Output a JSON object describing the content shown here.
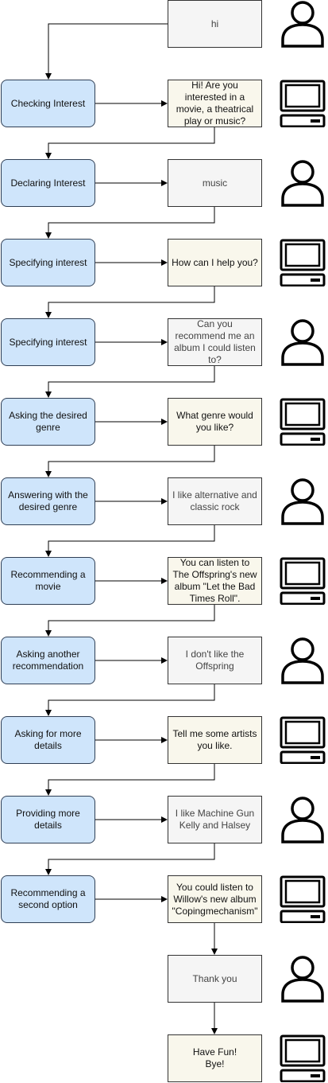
{
  "actions": [
    "Checking Interest",
    "Declaring Interest",
    "Specifying interest",
    "Specifying interest",
    "Asking the desired genre",
    "Answering with the desired genre",
    "Recommending a movie",
    "Asking another recommendation",
    "Asking for more details",
    "Providing more details",
    "Recommending a second option"
  ],
  "messages": [
    {
      "speaker": "user",
      "text": "hi"
    },
    {
      "speaker": "bot",
      "text": "Hi! Are you interested in a movie, a theatrical play or music?"
    },
    {
      "speaker": "user",
      "text": "music"
    },
    {
      "speaker": "bot",
      "text": "How can I help you?"
    },
    {
      "speaker": "user",
      "text": "Can you recommend me an album I could listen to?"
    },
    {
      "speaker": "bot",
      "text": "What genre would you like?"
    },
    {
      "speaker": "user",
      "text": "I like alternative and classic rock"
    },
    {
      "speaker": "bot",
      "text": "You can listen to The Offspring's new album \"Let the Bad Times Roll\"."
    },
    {
      "speaker": "user",
      "text": "I don't like the Offspring"
    },
    {
      "speaker": "bot",
      "text": "Tell me some artists you like."
    },
    {
      "speaker": "user",
      "text": "I like Machine Gun Kelly and Halsey"
    },
    {
      "speaker": "bot",
      "text": "You could listen to Willow's new album \"Copingmechanism\""
    },
    {
      "speaker": "user",
      "text": "Thank you"
    },
    {
      "speaker": "bot",
      "text": "Have Fun!\nBye!"
    }
  ],
  "icons": {
    "user": "person-icon",
    "bot": "computer-icon"
  },
  "colors": {
    "action_fill": "#cfe5fb",
    "user_fill": "#f5f5f5",
    "bot_fill": "#f9f7ec",
    "stroke": "#000000"
  }
}
